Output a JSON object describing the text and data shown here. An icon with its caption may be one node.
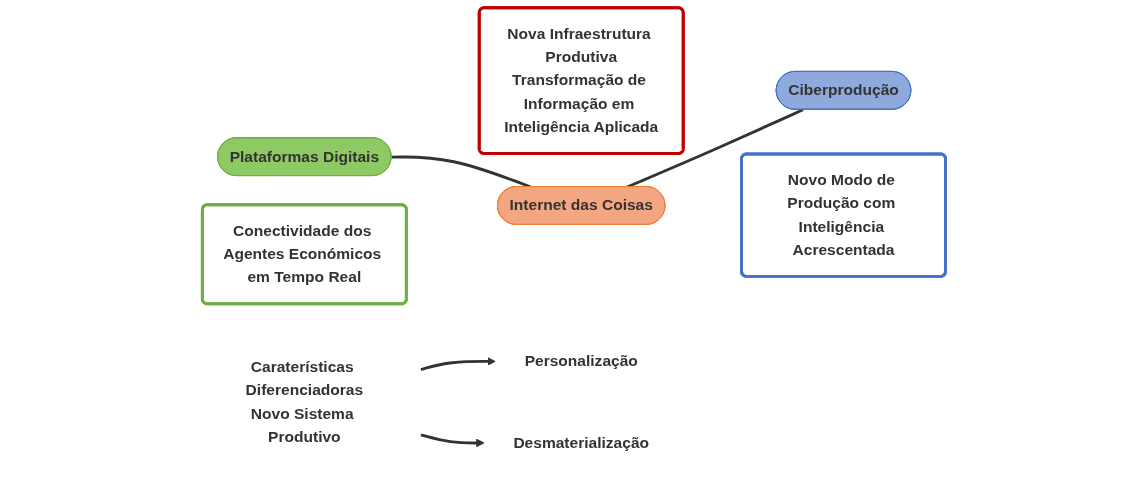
{
  "diagram": {
    "nodes": [
      {
        "text": [
          "Conectividade dos Agentes Económicos em Tempo Real"
        ]
      },
      {
        "text": [
          "Nova Infraestrutura Produtiva",
          "Transformação de Informação em Inteligência Aplicada"
        ]
      },
      {
        "text": [
          "Novo Modo de Produção com Inteligência Acrescentada"
        ]
      },
      {
        "text": [
          "Plataformas Digitais"
        ]
      },
      {
        "text": [
          "Internet das Coisas"
        ]
      },
      {
        "text": [
          "Ciberprodução"
        ]
      },
      {
        "text": [
          "Personalização"
        ]
      },
      {
        "text": [
          "Desmaterialização"
        ]
      },
      {
        "text": [
          "Caraterísticas Diferenciadoras",
          "Novo Sistema Produtivo"
        ]
      }
    ],
    "edges": [
      {
        "from": 3,
        "to": 4,
        "arrow": "none"
      },
      {
        "from": 4,
        "to": 5,
        "arrow": "none"
      },
      {
        "from": 8,
        "to": 6,
        "arrow": "to"
      },
      {
        "from": 8,
        "to": 7,
        "arrow": "to"
      }
    ]
  }
}
